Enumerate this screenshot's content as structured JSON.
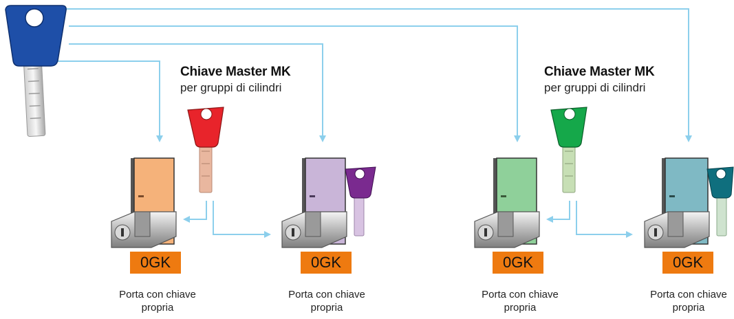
{
  "master_key_color": "#1e4fa8",
  "connector_color": "#8ccfec",
  "groups": [
    {
      "title": "Chiave Master MK",
      "subtitle": "per gruppi di cilindri",
      "mk_key_color": "#e8242b",
      "doors": [
        {
          "door_color": "#f5b27a",
          "own_key_color": null,
          "code": "0GK",
          "caption_line1": "Porta con chiave",
          "caption_line2": "propria"
        },
        {
          "door_color": "#c9b5d8",
          "own_key_color": "#7a2a8f",
          "code": "0GK",
          "caption_line1": "Porta con chiave",
          "caption_line2": "propria"
        }
      ]
    },
    {
      "title": "Chiave Master MK",
      "subtitle": "per gruppi di cilindri",
      "mk_key_color": "#15a84a",
      "doors": [
        {
          "door_color": "#8fd09a",
          "own_key_color": null,
          "code": "0GK",
          "caption_line1": "Porta con chiave",
          "caption_line2": "propria"
        },
        {
          "door_color": "#7fb9c4",
          "own_key_color": "#0f6f7e",
          "code": "0GK",
          "caption_line1": "Porta con chiave",
          "caption_line2": "propria"
        }
      ]
    }
  ]
}
